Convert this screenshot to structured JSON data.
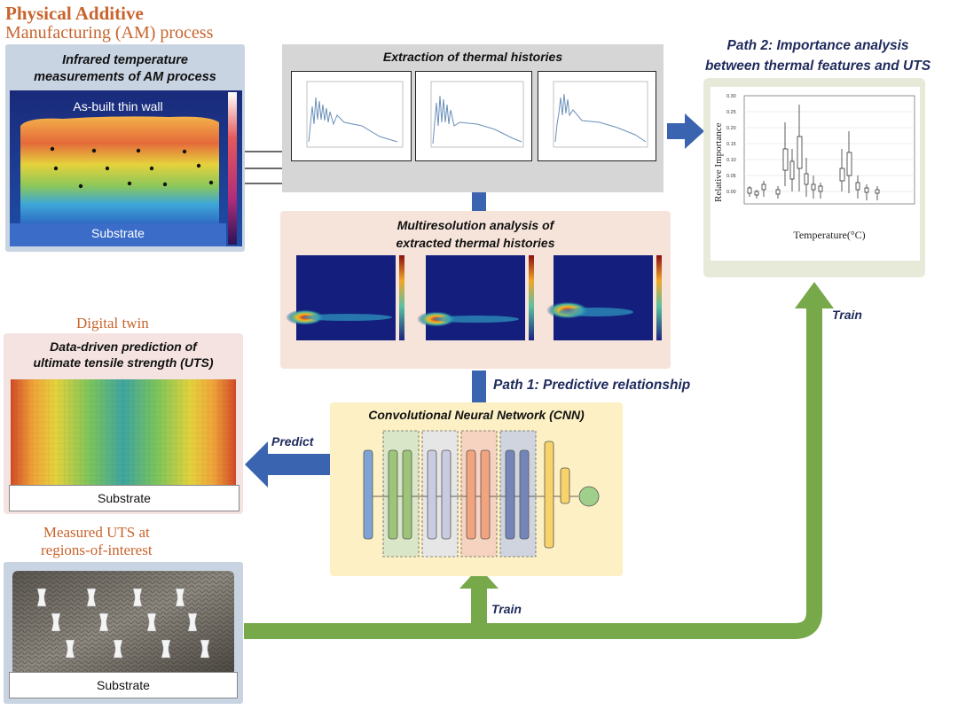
{
  "physical": {
    "title_line1": "Physical Additive",
    "title_line2": "Manufacturing (AM) process",
    "panel_title_line1": "Infrared temperature",
    "panel_title_line2": "measurements of AM process",
    "wall_label": "As-built thin wall",
    "substrate_label": "Substrate"
  },
  "extraction": {
    "title": "Extraction of thermal histories"
  },
  "multires": {
    "title_line1": "Multiresolution analysis of",
    "title_line2": "extracted thermal histories"
  },
  "path2": {
    "title_line1": "Path 2: Importance analysis",
    "title_line2": "between thermal features and UTS",
    "ylabel": "Relative Importance",
    "xlabel": "Temperature(°C)",
    "yticks": [
      "0.30",
      "0.25",
      "0.20",
      "0.15",
      "0.10",
      "0.05",
      "0.00"
    ]
  },
  "digital_twin": {
    "title": "Digital twin",
    "panel_title_line1": "Data-driven prediction of",
    "panel_title_line2": "ultimate tensile strength (UTS)",
    "substrate_label": "Substrate"
  },
  "measured": {
    "title_line1": "Measured UTS at",
    "title_line2": "regions-of-interest",
    "substrate_label": "Substrate"
  },
  "cnn": {
    "title": "Convolutional Neural Network (CNN)"
  },
  "labels": {
    "path1": "Path 1: Predictive relationship",
    "predict": "Predict",
    "train_right": "Train",
    "train_bottom": "Train"
  },
  "colors": {
    "accent_orange": "#c8642d",
    "path_navy": "#1f2a5c",
    "arrow_blue": "#3a64b0",
    "arrow_green": "#77a84a"
  }
}
